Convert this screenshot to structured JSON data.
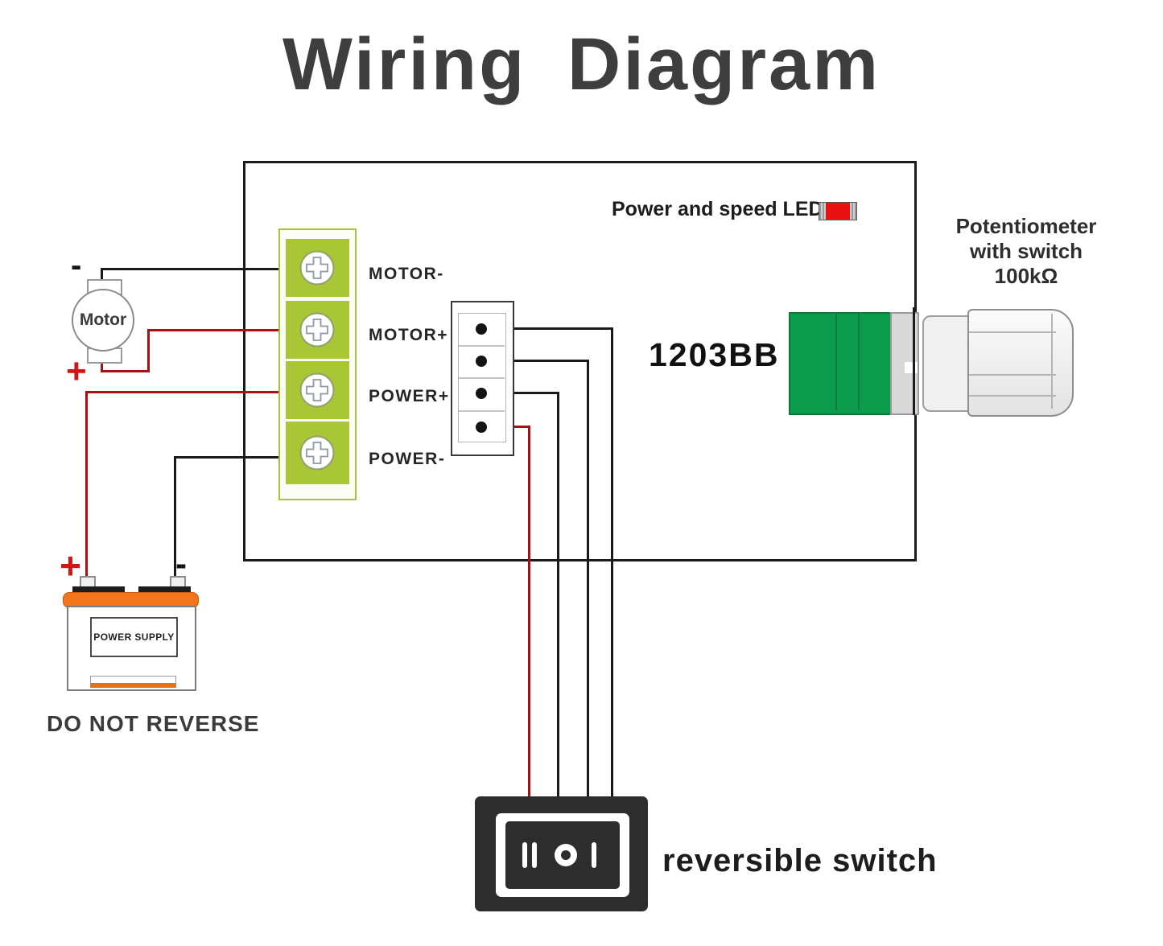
{
  "title": "Wiring Diagram",
  "board": {
    "model": "1203BB",
    "led_label": "Power and speed LED",
    "terminals": [
      "MOTOR-",
      "MOTOR+",
      "POWER+",
      "POWER-"
    ]
  },
  "potentiometer": {
    "line1": "Potentiometer",
    "line2": "with switch",
    "line3": "100kΩ"
  },
  "motor": {
    "label": "Motor",
    "minus": "-",
    "plus": "+"
  },
  "power_supply": {
    "label": "POWER SUPPLY",
    "plus": "+",
    "minus": "-",
    "warning": "DO NOT REVERSE"
  },
  "switch": {
    "label": "reversible switch",
    "positions": [
      "II",
      "O",
      "I"
    ]
  },
  "colors": {
    "wire_black": "#1a1a1a",
    "wire_red": "#a61114",
    "terminal_green": "#a8c636",
    "pot_green": "#0b9b4c",
    "battery_orange": "#f3751b",
    "led_red": "#e91111",
    "switch_body": "#2d2d2d",
    "title_gray": "#3e3e3e"
  }
}
